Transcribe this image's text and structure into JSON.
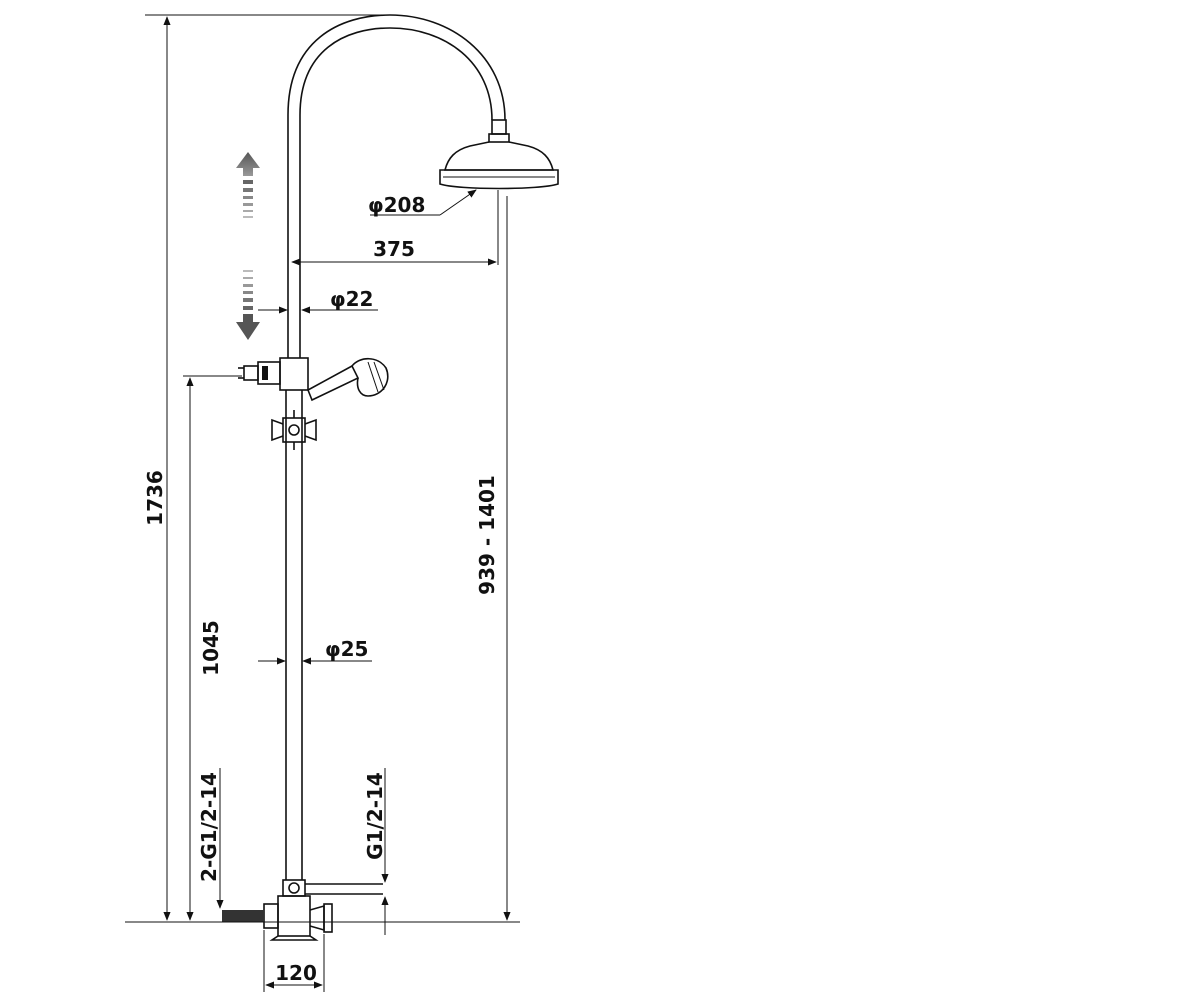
{
  "dimensions": {
    "total_height": "1736",
    "head_diameter": "φ208",
    "arm_reach": "375",
    "upper_pipe_diameter": "φ22",
    "lower_pipe_diameter": "φ25",
    "slide_range": "939 - 1401",
    "holder_height": "1045",
    "inlet_thread_pair": "2-G1/2-14",
    "outlet_thread": "G1/2-14",
    "base_width": "120"
  },
  "icons": {
    "adjust_arrow": "double-vertical-arrow-icon"
  }
}
